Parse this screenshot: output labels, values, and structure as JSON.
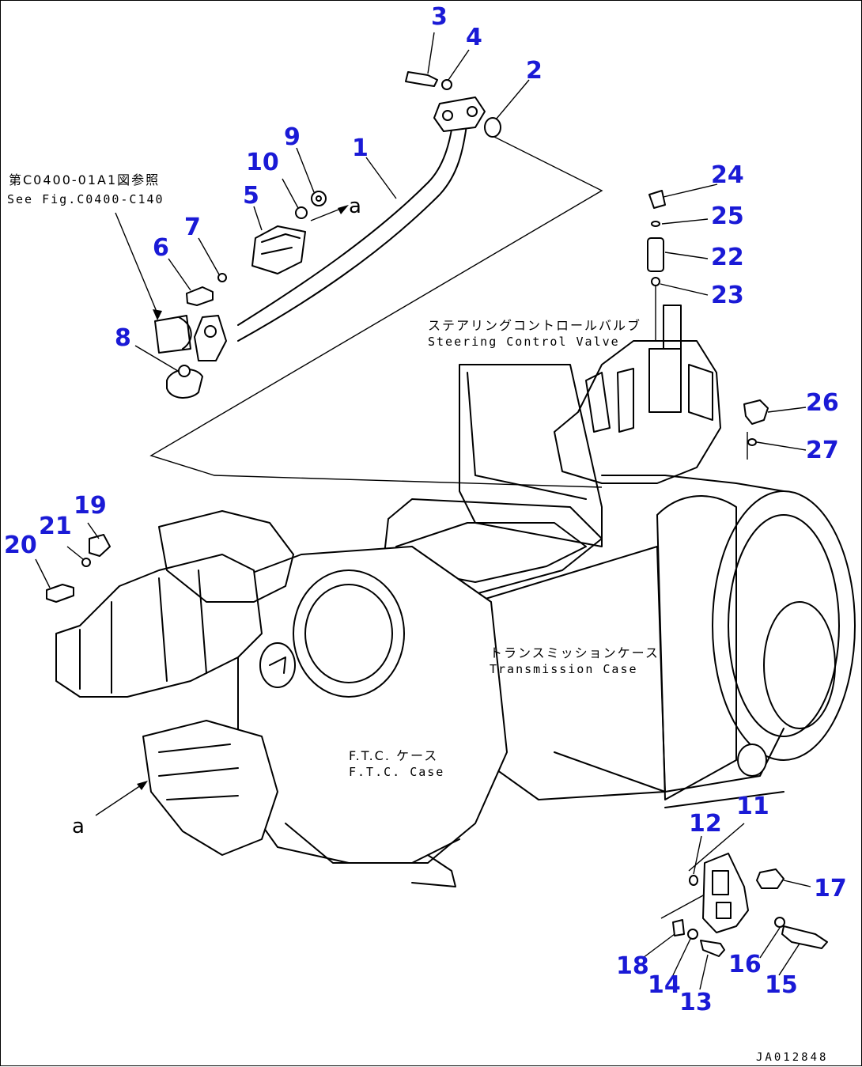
{
  "reference": {
    "japanese": "第C0400-01A1図参照",
    "english": "See Fig.C0400-C140"
  },
  "components": {
    "steering_jp": "ステアリングコントロールバルブ",
    "steering_en": "Steering Control Valve",
    "transmission_jp": "トランスミッションケース",
    "transmission_en": "Transmission Case",
    "ftc_jp": "F.T.C. ケース",
    "ftc_en": "F.T.C. Case"
  },
  "view_marks": {
    "top": "a",
    "bottom": "a"
  },
  "drawing_code": "JA012848",
  "callouts": [
    "1",
    "2",
    "3",
    "4",
    "5",
    "6",
    "7",
    "8",
    "9",
    "10",
    "11",
    "12",
    "13",
    "14",
    "15",
    "16",
    "17",
    "18",
    "19",
    "20",
    "21",
    "22",
    "23",
    "24",
    "25",
    "26",
    "27"
  ],
  "colors": {
    "callout": "#1a1ad6",
    "line": "#000000"
  }
}
